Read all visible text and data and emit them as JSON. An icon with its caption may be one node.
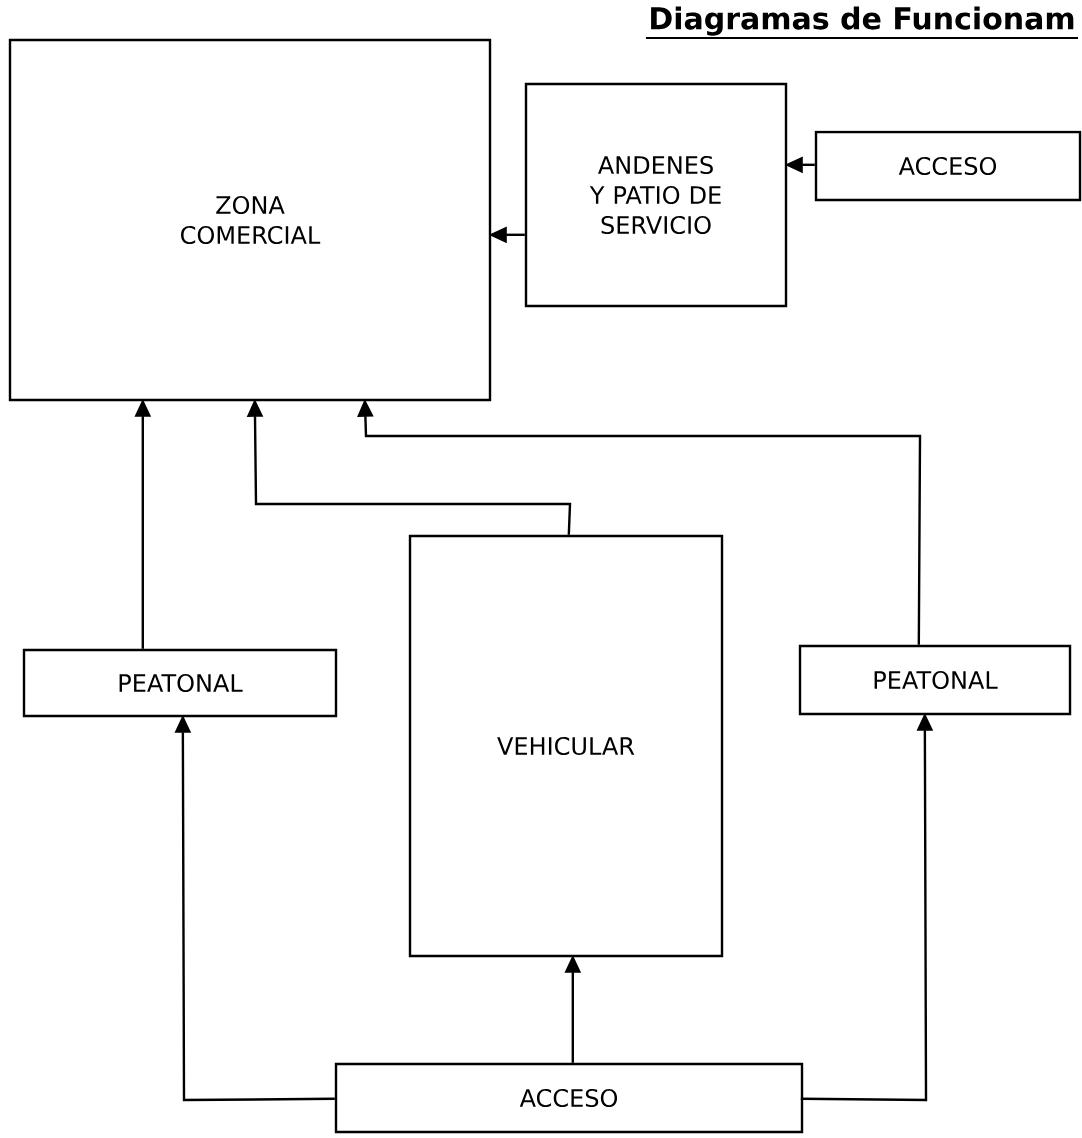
{
  "diagram": {
    "title": "Diagramas de Funcionam",
    "nodes": [
      {
        "text": [
          "ZONA COMERCIAL"
        ]
      },
      {
        "text": [
          "ANDENES Y PATIO DE SERVICIO"
        ]
      },
      {
        "text": [
          "ACCESO"
        ]
      },
      {
        "text": [
          "PEATONAL"
        ]
      },
      {
        "text": [
          "VEHICULAR"
        ]
      },
      {
        "text": [
          "PEATONAL"
        ]
      },
      {
        "text": [
          "ACCESO"
        ]
      }
    ],
    "edges": [
      {
        "from": 2,
        "to": 1,
        "arrow": "to"
      },
      {
        "from": 1,
        "to": 0,
        "arrow": "to"
      },
      {
        "from": 3,
        "to": 0,
        "arrow": "to"
      },
      {
        "from": 4,
        "to": 0,
        "arrow": "to"
      },
      {
        "from": 5,
        "to": 0,
        "arrow": "to"
      },
      {
        "from": 6,
        "to": 3,
        "arrow": "to"
      },
      {
        "from": 6,
        "to": 4,
        "arrow": "to"
      },
      {
        "from": 6,
        "to": 5,
        "arrow": "to"
      }
    ]
  }
}
